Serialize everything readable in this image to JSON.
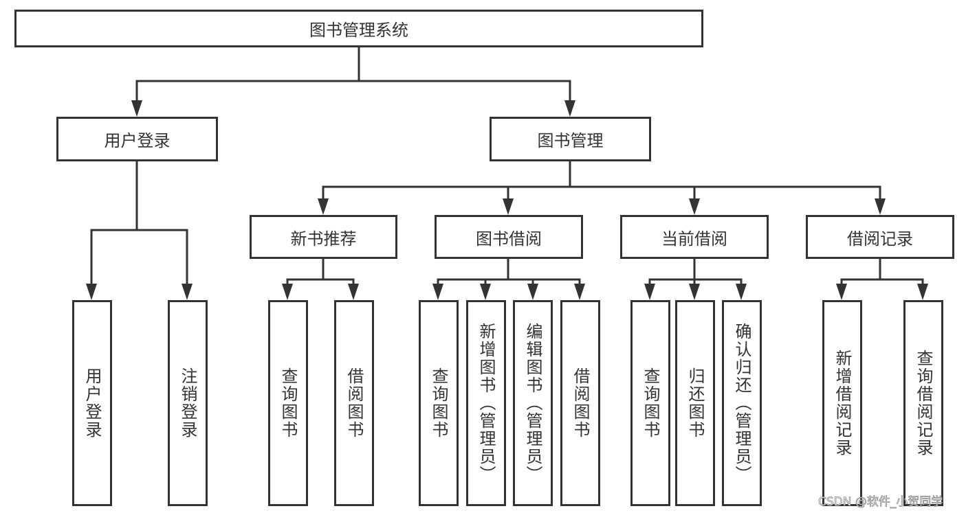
{
  "root": {
    "label": "图书管理系统"
  },
  "level1": [
    {
      "label": "用户登录",
      "children": [
        "用户登录",
        "注销登录"
      ]
    },
    {
      "label": "图书管理"
    }
  ],
  "level2": [
    {
      "label": "新书推荐",
      "children": [
        "查询图书",
        "借阅图书"
      ]
    },
    {
      "label": "图书借阅",
      "children": [
        "查询图书",
        "新增图书（管理员）",
        "编辑图书（管理员）",
        "借阅图书"
      ]
    },
    {
      "label": "当前借阅",
      "children": [
        "查询图书",
        "归还图书",
        "确认归还（管理员）"
      ]
    },
    {
      "label": "借阅记录",
      "children": [
        "新增借阅记录",
        "查询借阅记录"
      ]
    }
  ],
  "watermark": "CSDN @软件_小贺同学",
  "colors": {
    "stroke": "#333333",
    "background": "#ffffff"
  }
}
